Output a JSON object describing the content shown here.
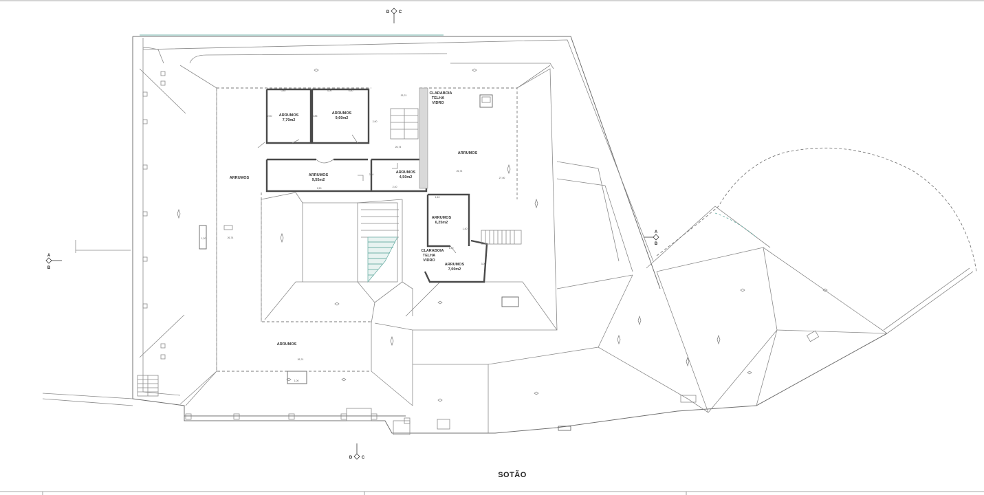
{
  "drawing": {
    "title": "SOTÃO",
    "section_marks": {
      "top_d": "D",
      "top_c": "C",
      "bottom_d": "D",
      "bottom_c": "C",
      "left_a": "A",
      "left_b": "B",
      "right_a": "A",
      "right_b": "B"
    },
    "rooms": [
      {
        "label": "ARRUMOS",
        "area": "7,70m2"
      },
      {
        "label": "ARRUMOS",
        "area": "9,60m2"
      },
      {
        "label": "ARRUMOS",
        "area": "9,55m2"
      },
      {
        "label": "ARRUMOS",
        "area": "4,50m2"
      },
      {
        "label": "ARRUMOS",
        "area": "6,25m2"
      },
      {
        "label": "ARRUMOS",
        "area": "7,00m2"
      }
    ],
    "open_areas": [
      "ARRUMOS",
      "ARRUMOS",
      "ARRUMOS"
    ],
    "skylights": [
      {
        "line1": "CLARABOIA",
        "line2": "TELHA",
        "line3": "VIDRO"
      },
      {
        "line1": "CLARABOIA",
        "line2": "TELHA",
        "line3": "VIDRO"
      }
    ],
    "levels": [
      "26,74",
      "26,74",
      "26,74",
      "26,74",
      "27,00",
      "26,74"
    ],
    "dims": [
      "0,80",
      "3,00",
      "2,50",
      "2,85",
      "2,90",
      "0,80",
      "1,50",
      "2,64",
      "2,40",
      "1,40",
      "1,40",
      "1,20",
      "1,20",
      "1,00",
      "3,00"
    ]
  }
}
